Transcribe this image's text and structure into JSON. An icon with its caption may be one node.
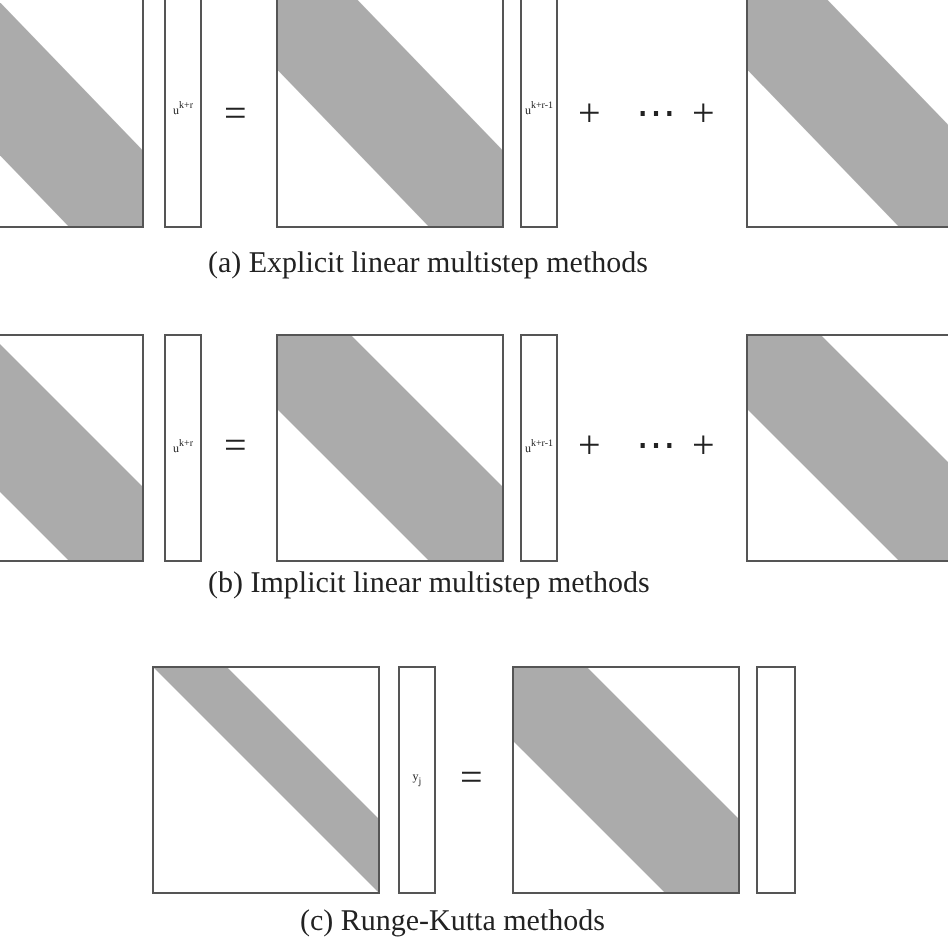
{
  "diagram": {
    "nodes": [
      {
        "text": [],
        "shape": "box"
      },
      {
        "text": [
          "u$^{k+r}$"
        ]
      },
      {
        "text": [],
        "shape": "box"
      },
      {
        "text": [
          "u$^{k+r-1}$"
        ]
      },
      {
        "text": [],
        "shape": "box"
      },
      {
        "text": [],
        "shape": "box"
      },
      {
        "text": [
          "u$^{k+r}$"
        ]
      },
      {
        "text": [],
        "shape": "box"
      },
      {
        "text": [
          "u$^{k+r-1}$"
        ]
      },
      {
        "text": [],
        "shape": "box"
      },
      {
        "text": [],
        "shape": "box"
      },
      {
        "text": [
          "y$_{j}$"
        ]
      },
      {
        "text": [],
        "shape": "box"
      },
      {
        "text": [],
        "shape": "box"
      }
    ],
    "labels": [
      "=",
      "+",
      "⋯",
      "+",
      "(a) Explicit linear multistep methods",
      "=",
      "+",
      "⋯",
      "+",
      "(b) Implicit linear multistep methods",
      "=",
      "(c) Runge-Kutta methods"
    ]
  }
}
